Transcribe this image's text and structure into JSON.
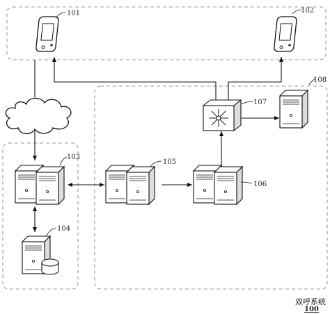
{
  "labels": {
    "phone_a": "101",
    "phone_b": "102",
    "server_group_a": "103",
    "database": "104",
    "server_group_b": "105",
    "server_group_c": "106",
    "switch": "107",
    "server_d": "108"
  },
  "caption": {
    "title": "双呼系统",
    "number": "100"
  }
}
